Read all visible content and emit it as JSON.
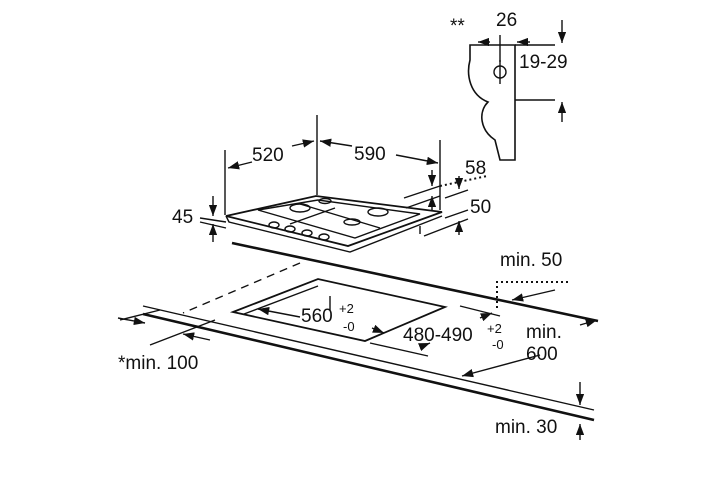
{
  "diagram": {
    "bracket": {
      "note": "**",
      "width": "26",
      "height_range": "19-29"
    },
    "hob": {
      "depth": "520",
      "width": "590",
      "offset": "58",
      "side": "50",
      "height": "45"
    },
    "cutout": {
      "width": "560",
      "width_tol_plus": "+2",
      "width_tol_minus": "-0",
      "depth": "480-490",
      "depth_tol_plus": "+2",
      "depth_tol_minus": "-0"
    },
    "clearances": {
      "back": "min. 50",
      "counter_depth_1": "min.",
      "counter_depth_2": "600",
      "side": "*min. 100",
      "thickness": "min. 30"
    }
  }
}
